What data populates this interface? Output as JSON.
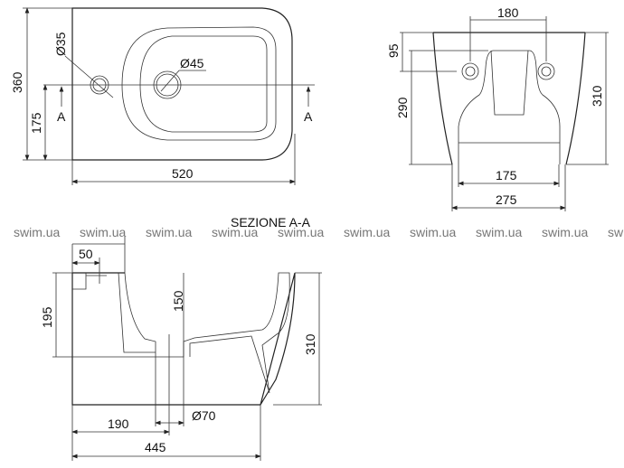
{
  "top_view": {
    "dim_length": "360",
    "dim_axis": "175",
    "dim_width": "520",
    "hole_small": "Ø35",
    "hole_drain": "Ø45",
    "section_mark_left": "A",
    "section_mark_right": "A"
  },
  "back_view": {
    "dim_holes_spacing": "180",
    "dim_holes_height": "95",
    "dim_inner_height": "290",
    "dim_total_height": "310",
    "dim_inner_width": "175",
    "dim_bottom_width": "275"
  },
  "section": {
    "title": "SEZIONE A-A",
    "dim_top_offset": "50",
    "dim_basin_depth": "195",
    "dim_drain_depth": "150",
    "dim_height": "310",
    "dim_drain_diameter": "Ø70",
    "dim_drain_position": "190",
    "dim_length": "445"
  },
  "watermark": "swim.ua"
}
